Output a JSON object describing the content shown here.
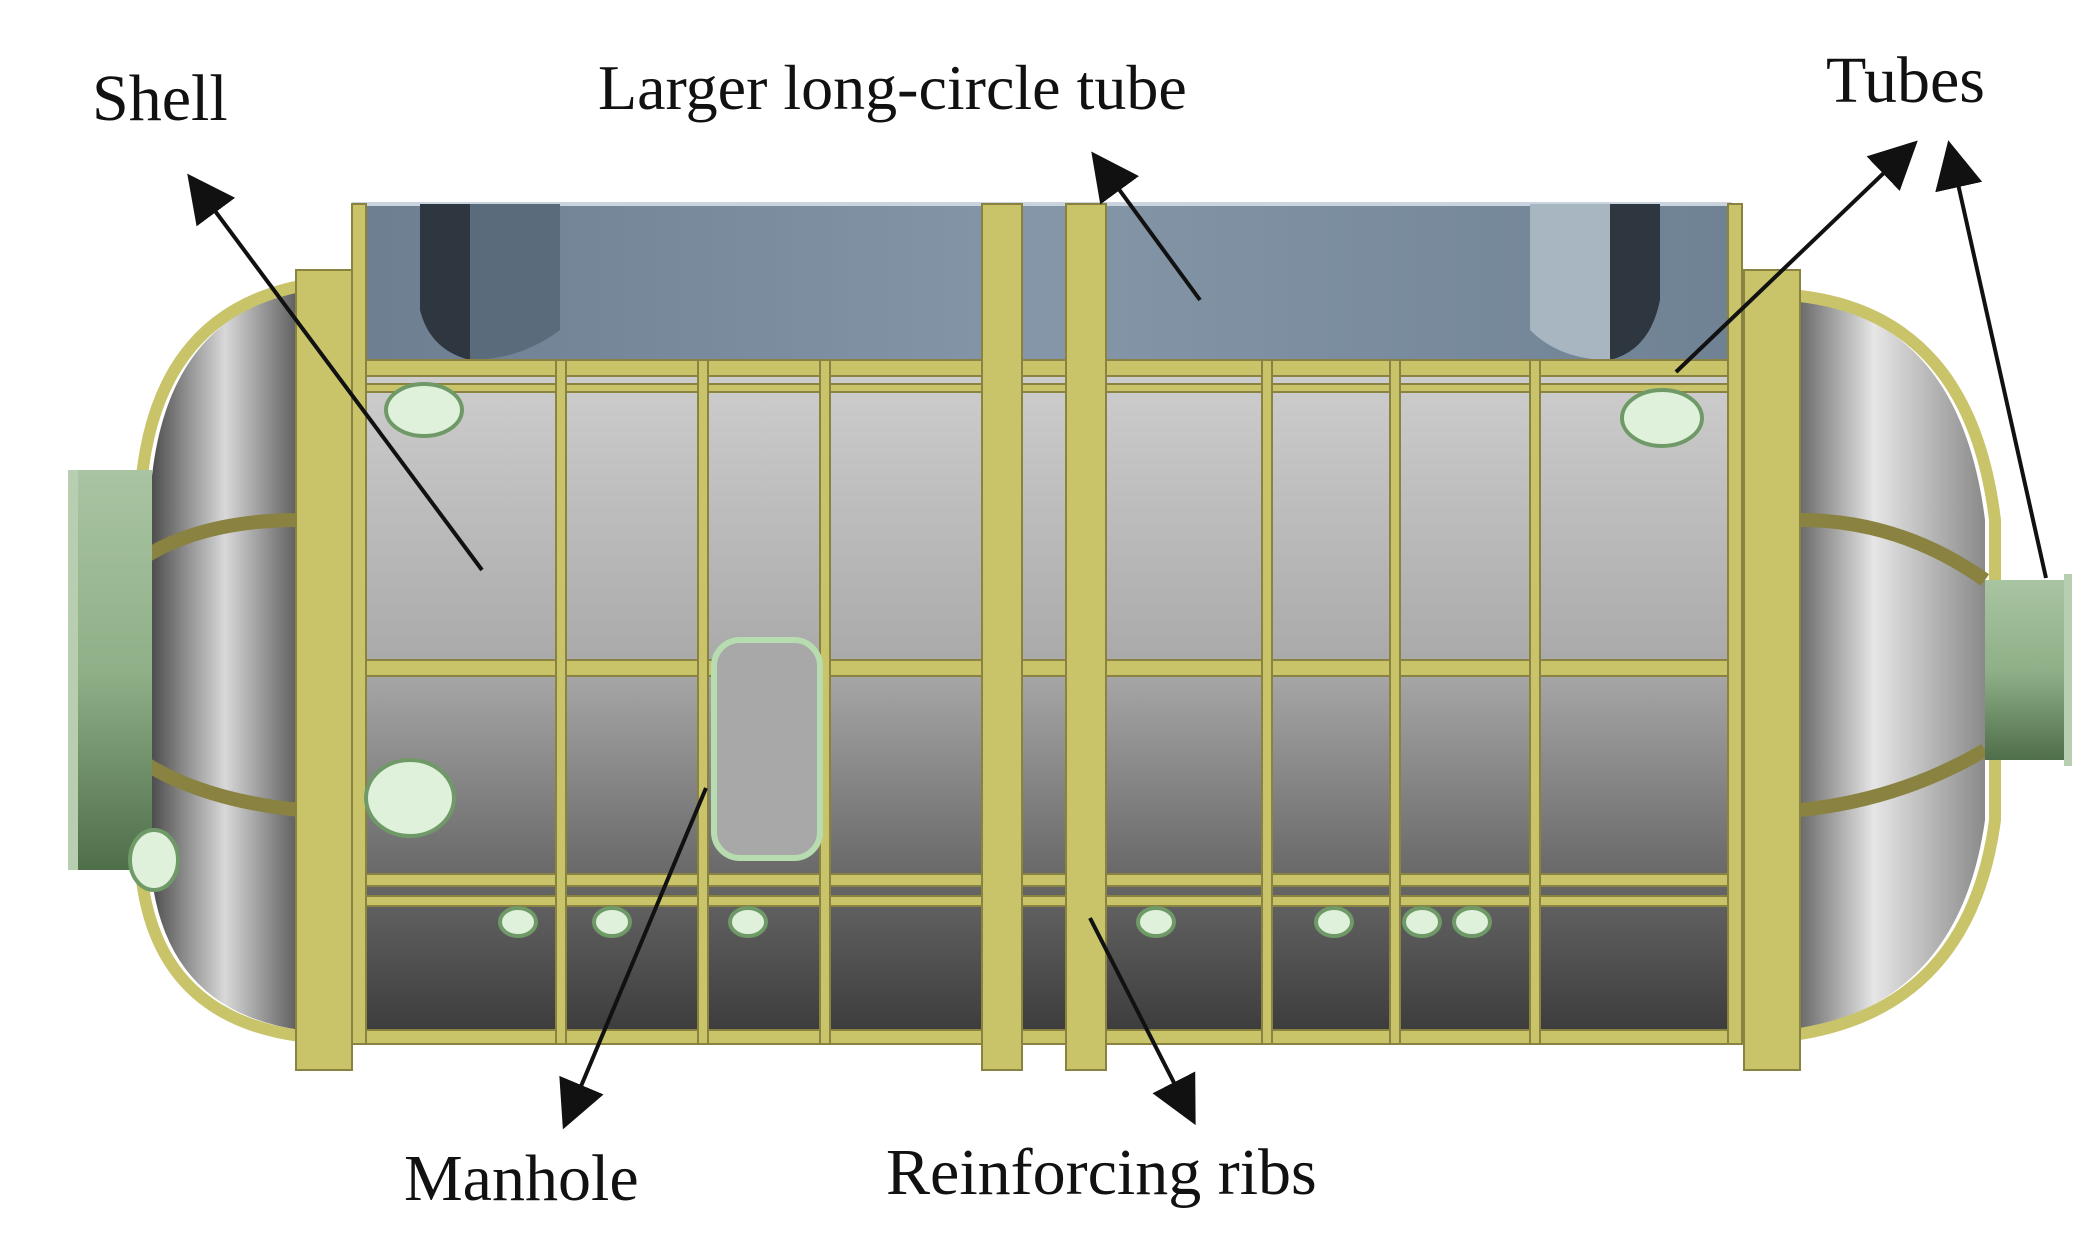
{
  "labels": {
    "shell": "Shell",
    "larger_tube": "Larger long-circle tube",
    "tubes": "Tubes",
    "manhole": "Manhole",
    "reinforcing_ribs": "Reinforcing ribs"
  },
  "colors": {
    "rib_yellow": "#c9c46a",
    "rib_dark": "#8a8240",
    "nozzle_green": "#8fb088",
    "top_tube_blue": "#7f93a6",
    "shell_grey_light": "#b8b8b8",
    "shell_grey_dark": "#3c3c3c",
    "arrow": "#111111"
  }
}
